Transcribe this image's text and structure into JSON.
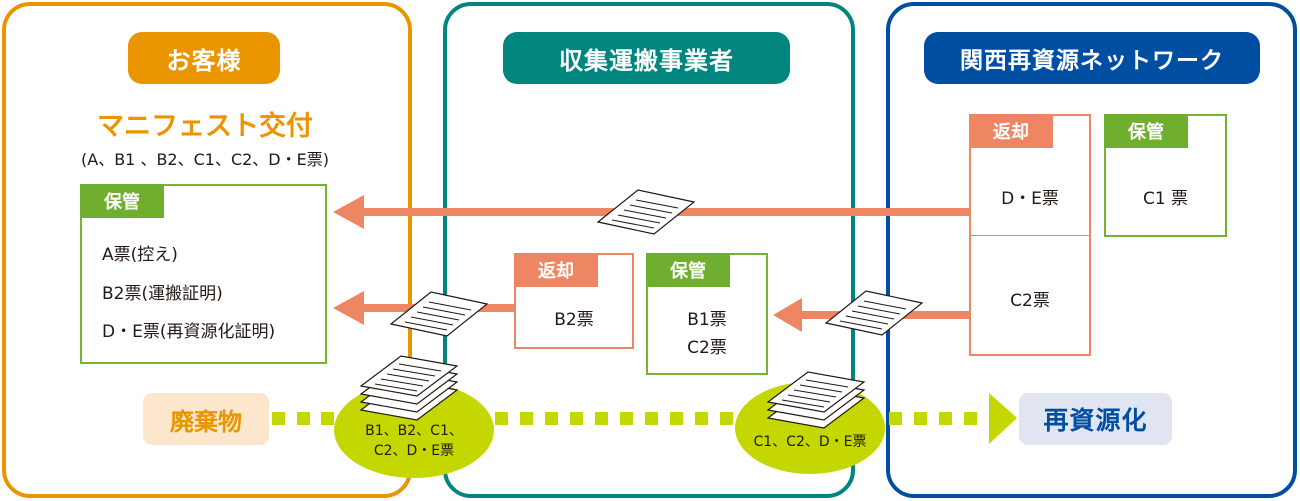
{
  "colors": {
    "customer": "#EA9400",
    "carrier": "#00857F",
    "kansai": "#004EA2",
    "store_tag": "#6FAE2E",
    "return_tag": "#EE8663",
    "arrow": "#EE8663",
    "flow_dots": "#C4D700",
    "waste_bg": "#FDE7CC",
    "recycle_bg": "#E1E4F1"
  },
  "customer": {
    "title": "お客様",
    "manifest_title": "マニフェスト交付",
    "manifest_sub": "(A、B1 、B2、C1、C2、D・E票)",
    "store_box": {
      "tag": "保管",
      "lines": [
        "A票(控え)",
        "B2票(運搬証明)",
        "D・E票(再資源化証明)"
      ]
    },
    "waste_label": "廃棄物",
    "bundle_label": [
      "B1、B2、C1、",
      "C2、D・E票"
    ]
  },
  "carrier": {
    "title": "収集運搬事業者",
    "return_box": {
      "tag": "返却",
      "text": "B2票"
    },
    "store_box": {
      "tag": "保管",
      "lines": [
        "B1票",
        "C2票"
      ]
    },
    "bundle_label": "C1、C2、D・E票"
  },
  "kansai": {
    "title": "関西再資源ネットワーク",
    "return_box": {
      "tag": "返却",
      "top_text": "D・E票",
      "bottom_text": "C2票"
    },
    "store_box": {
      "tag": "保管",
      "text": "C1 票"
    },
    "recycle_label": "再資源化"
  }
}
